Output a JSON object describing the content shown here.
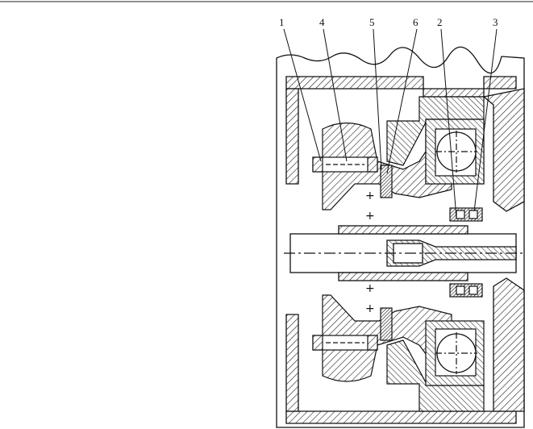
{
  "drawing": {
    "callouts": [
      "1",
      "4",
      "5",
      "6",
      "2",
      "3"
    ]
  }
}
